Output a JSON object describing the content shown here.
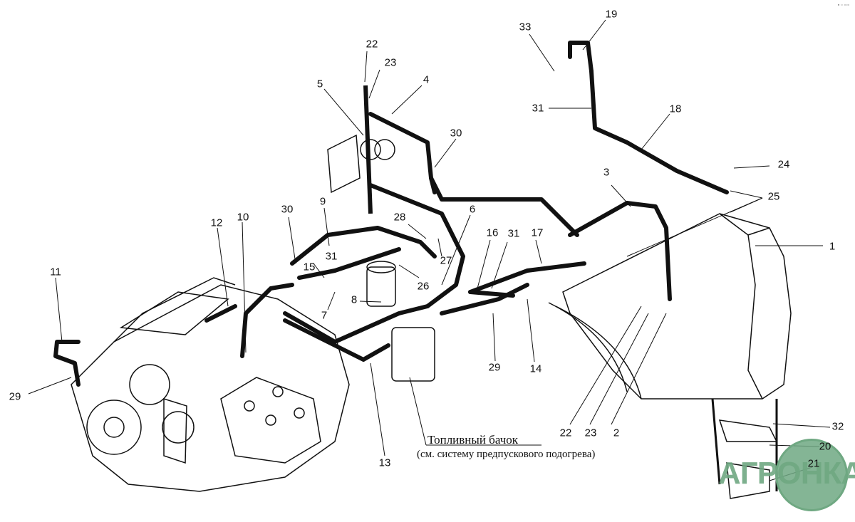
{
  "diagram": {
    "type": "exploded fuel-line assembly",
    "caption": {
      "title": "Топливный бачок",
      "subtitle": "(см. систему предпускового подогрева)"
    },
    "callouts": [
      {
        "id": "c-22a",
        "label": "22"
      },
      {
        "id": "c-23a",
        "label": "23"
      },
      {
        "id": "c-4",
        "label": "4"
      },
      {
        "id": "c-5",
        "label": "5"
      },
      {
        "id": "c-30a",
        "label": "30"
      },
      {
        "id": "c-33",
        "label": "33"
      },
      {
        "id": "c-19",
        "label": "19"
      },
      {
        "id": "c-31a",
        "label": "31"
      },
      {
        "id": "c-18",
        "label": "18"
      },
      {
        "id": "c-24",
        "label": "24"
      },
      {
        "id": "c-25",
        "label": "25"
      },
      {
        "id": "c-3",
        "label": "3"
      },
      {
        "id": "c-1",
        "label": "1"
      },
      {
        "id": "c-12",
        "label": "12"
      },
      {
        "id": "c-10",
        "label": "10"
      },
      {
        "id": "c-30b",
        "label": "30"
      },
      {
        "id": "c-9",
        "label": "9"
      },
      {
        "id": "c-28",
        "label": "28"
      },
      {
        "id": "c-6",
        "label": "6"
      },
      {
        "id": "c-16",
        "label": "16"
      },
      {
        "id": "c-31b",
        "label": "31"
      },
      {
        "id": "c-17",
        "label": "17"
      },
      {
        "id": "c-31c",
        "label": "31"
      },
      {
        "id": "c-15",
        "label": "15"
      },
      {
        "id": "c-27",
        "label": "27"
      },
      {
        "id": "c-26",
        "label": "26"
      },
      {
        "id": "c-8",
        "label": "8"
      },
      {
        "id": "c-7",
        "label": "7"
      },
      {
        "id": "c-11",
        "label": "11"
      },
      {
        "id": "c-29a",
        "label": "29"
      },
      {
        "id": "c-29b",
        "label": "29"
      },
      {
        "id": "c-14",
        "label": "14"
      },
      {
        "id": "c-13",
        "label": "13"
      },
      {
        "id": "c-22b",
        "label": "22"
      },
      {
        "id": "c-23b",
        "label": "23"
      },
      {
        "id": "c-2",
        "label": "2"
      },
      {
        "id": "c-32",
        "label": "32"
      },
      {
        "id": "c-20",
        "label": "20"
      },
      {
        "id": "c-21",
        "label": "21"
      }
    ],
    "watermark": {
      "text": "АГРОНКА",
      "color": "#6fa882"
    },
    "corner_mark": "▪ ▫ ▫▫▫"
  }
}
